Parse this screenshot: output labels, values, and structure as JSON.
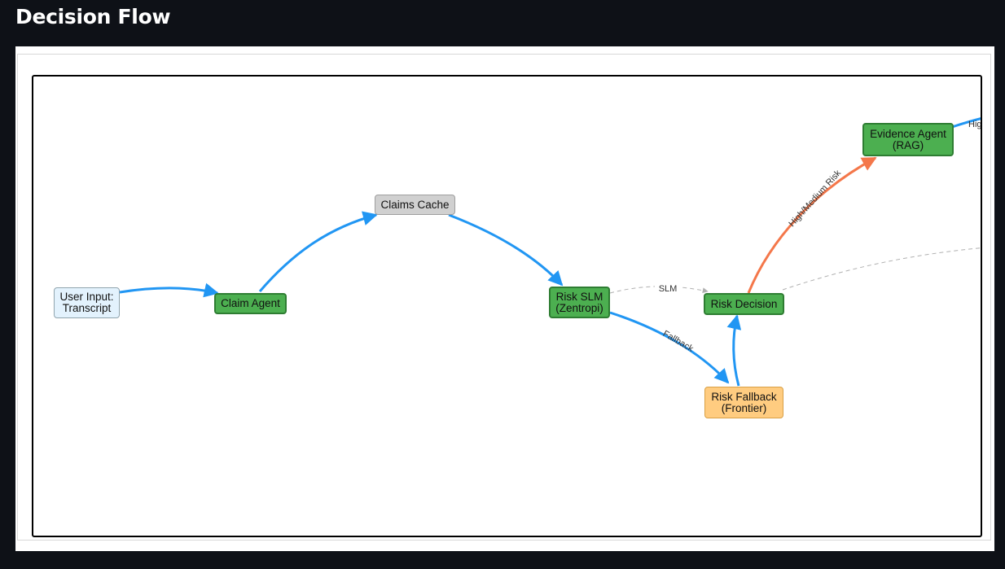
{
  "header": {
    "title": "Decision Flow"
  },
  "graph": {
    "nodes": {
      "user_input": {
        "line1": "User Input:",
        "line2": "Transcript"
      },
      "claim_agent": {
        "label": "Claim Agent"
      },
      "claims_cache": {
        "label": "Claims Cache"
      },
      "risk_slm": {
        "line1": "Risk SLM",
        "line2": "(Zentropi)"
      },
      "risk_decision": {
        "label": "Risk Decision"
      },
      "risk_fallback": {
        "line1": "Risk Fallback",
        "line2": "(Frontier)"
      },
      "evidence_agent": {
        "line1": "Evidence Agent",
        "line2": "(RAG)"
      }
    },
    "edges": {
      "slm": "SLM",
      "fallback": "Fallback",
      "high_medium_risk": "High/Medium Risk",
      "offscreen": "Hig"
    },
    "colors": {
      "primary_edge": "#2196f3",
      "risk_edge": "#f4774a",
      "dashed_edge": "#b0b0b0"
    }
  }
}
